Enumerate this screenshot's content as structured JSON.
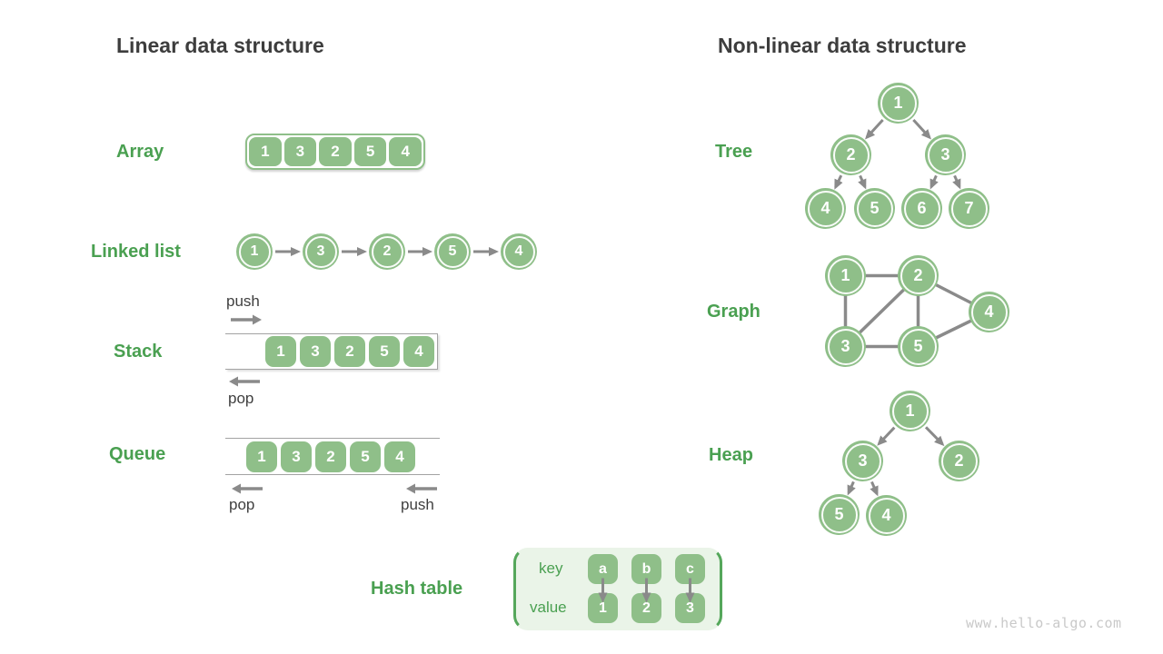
{
  "watermark": "www.hello-algo.com",
  "colors": {
    "node_green": "#8fbf89",
    "label_green": "#4aa051",
    "title_gray": "#3d3d3d",
    "connector_gray": "#8a8a8a",
    "hash_table_bg": "#eaf4e8",
    "hash_table_border": "#55a75b"
  },
  "linear": {
    "title": "Linear data structure",
    "array": {
      "label": "Array",
      "values": [
        "1",
        "3",
        "2",
        "5",
        "4"
      ]
    },
    "linked_list": {
      "label": "Linked list",
      "nodes": [
        {
          "id": "1",
          "label": "1"
        },
        {
          "id": "3",
          "label": "3"
        },
        {
          "id": "2",
          "label": "2"
        },
        {
          "id": "5",
          "label": "5"
        },
        {
          "id": "4",
          "label": "4"
        }
      ],
      "edges": [
        "1-3",
        "3-2",
        "2-5",
        "5-4"
      ]
    },
    "stack": {
      "label": "Stack",
      "values": [
        "1",
        "3",
        "2",
        "5",
        "4"
      ],
      "push_label": "push",
      "pop_label": "pop"
    },
    "queue": {
      "label": "Queue",
      "values": [
        "1",
        "3",
        "2",
        "5",
        "4"
      ],
      "push_label": "push",
      "pop_label": "pop"
    },
    "hash_table": {
      "label": "Hash table",
      "key_header": "key",
      "value_header": "value",
      "entries": [
        {
          "key": "a",
          "value": "1"
        },
        {
          "key": "b",
          "value": "2"
        },
        {
          "key": "c",
          "value": "3"
        }
      ],
      "edges": [
        "k0-v0",
        "k1-v1",
        "k2-v2"
      ]
    }
  },
  "nonlinear": {
    "title": "Non-linear data structure",
    "tree": {
      "label": "Tree",
      "nodes": [
        {
          "id": "1",
          "label": "1"
        },
        {
          "id": "2",
          "label": "2"
        },
        {
          "id": "3",
          "label": "3"
        },
        {
          "id": "4",
          "label": "4"
        },
        {
          "id": "5",
          "label": "5"
        },
        {
          "id": "6",
          "label": "6"
        },
        {
          "id": "7",
          "label": "7"
        }
      ],
      "edges": [
        "1-2",
        "1-3",
        "2-4",
        "2-5",
        "3-6",
        "3-7"
      ]
    },
    "graph": {
      "label": "Graph",
      "nodes": [
        {
          "id": "1",
          "label": "1"
        },
        {
          "id": "2",
          "label": "2"
        },
        {
          "id": "4",
          "label": "4"
        },
        {
          "id": "3",
          "label": "3"
        },
        {
          "id": "5",
          "label": "5"
        }
      ],
      "edges": [
        "1-2",
        "1-3",
        "2-3",
        "2-5",
        "2-4",
        "3-5",
        "5-4"
      ]
    },
    "heap": {
      "label": "Heap",
      "nodes": [
        {
          "id": "1",
          "label": "1"
        },
        {
          "id": "3",
          "label": "3"
        },
        {
          "id": "2",
          "label": "2"
        },
        {
          "id": "5",
          "label": "5"
        },
        {
          "id": "4",
          "label": "4"
        }
      ],
      "edges": [
        "1-3",
        "1-2",
        "3-5",
        "3-4"
      ]
    }
  }
}
